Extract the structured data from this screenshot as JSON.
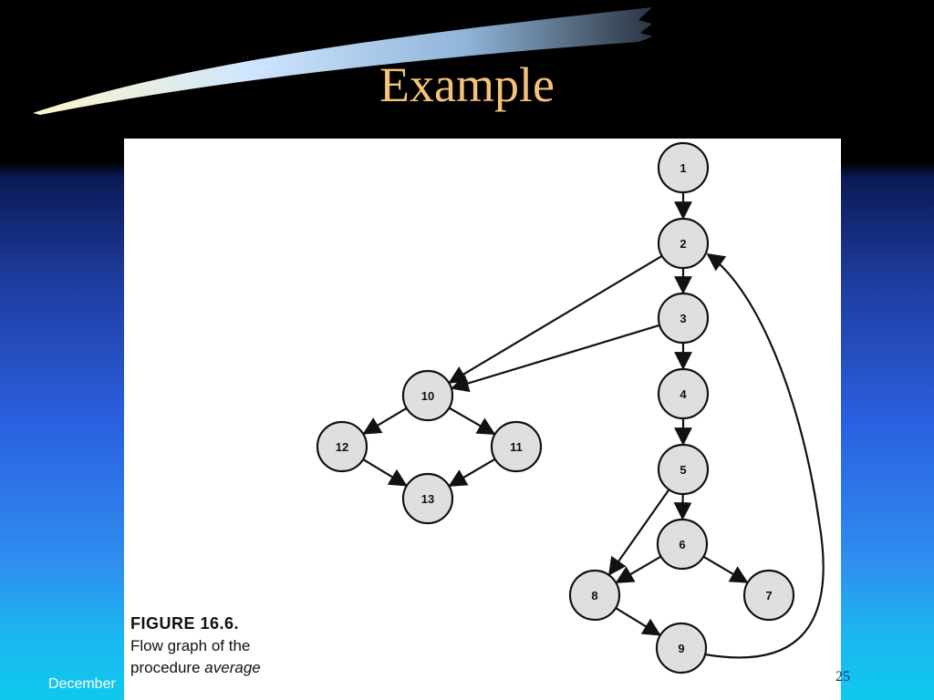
{
  "slide": {
    "title": "Example",
    "footer_date": "December",
    "page_number": "25"
  },
  "figure": {
    "caption_title": "FIGURE 16.6.",
    "caption_line1": "Flow graph of the",
    "caption_line2_prefix": "procedure",
    "caption_line2_emph": "average",
    "node_fill": "#e6e6e6",
    "stroke_color": "#111111",
    "nodes": [
      {
        "id": "1",
        "label": "1"
      },
      {
        "id": "2",
        "label": "2"
      },
      {
        "id": "3",
        "label": "3"
      },
      {
        "id": "4",
        "label": "4"
      },
      {
        "id": "5",
        "label": "5"
      },
      {
        "id": "6",
        "label": "6"
      },
      {
        "id": "7",
        "label": "7"
      },
      {
        "id": "8",
        "label": "8"
      },
      {
        "id": "9",
        "label": "9"
      },
      {
        "id": "10",
        "label": "10"
      },
      {
        "id": "11",
        "label": "11"
      },
      {
        "id": "12",
        "label": "12"
      },
      {
        "id": "13",
        "label": "13"
      }
    ],
    "edges": [
      [
        "1",
        "2"
      ],
      [
        "2",
        "3"
      ],
      [
        "3",
        "4"
      ],
      [
        "4",
        "5"
      ],
      [
        "5",
        "6"
      ],
      [
        "6",
        "7"
      ],
      [
        "6",
        "8"
      ],
      [
        "5",
        "8"
      ],
      [
        "8",
        "9"
      ],
      [
        "9",
        "2"
      ],
      [
        "2",
        "10"
      ],
      [
        "3",
        "10"
      ],
      [
        "10",
        "12"
      ],
      [
        "10",
        "11"
      ],
      [
        "12",
        "13"
      ],
      [
        "11",
        "13"
      ]
    ]
  }
}
